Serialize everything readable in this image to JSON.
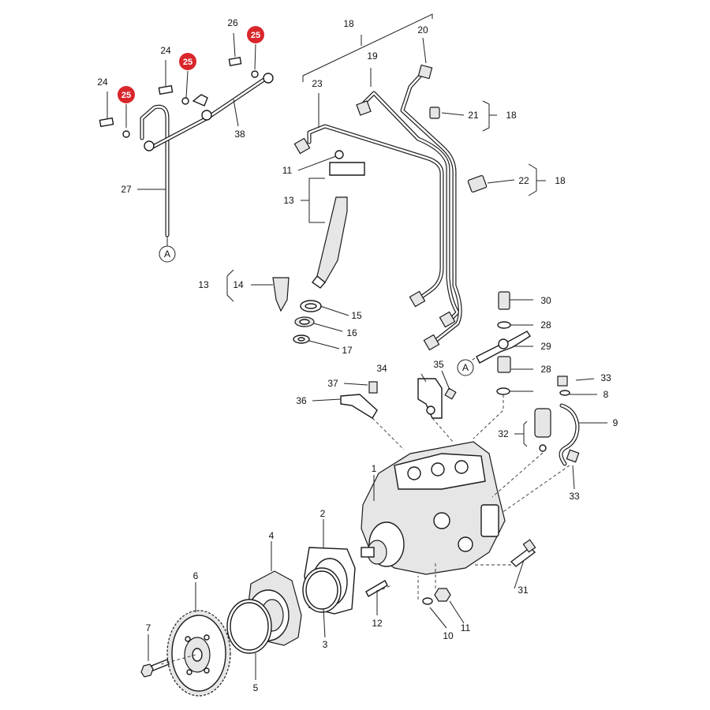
{
  "callouts": {
    "c1": "1",
    "c2": "2",
    "c3": "3",
    "c4": "4",
    "c5": "5",
    "c6": "6",
    "c7": "7",
    "c8": "8",
    "c9": "9",
    "c10": "10",
    "c11a": "11",
    "c11b": "11",
    "c12": "12",
    "c13a": "13",
    "c13b": "13",
    "c14": "14",
    "c15": "15",
    "c16": "16",
    "c17": "17",
    "c18a": "18",
    "c18b": "18",
    "c18c": "18",
    "c19": "19",
    "c20": "20",
    "c21": "21",
    "c22": "22",
    "c23": "23",
    "c24a": "24",
    "c24b": "24",
    "c25a": "25",
    "c25b": "25",
    "c25c": "25",
    "c26": "26",
    "c27": "27",
    "c28a": "28",
    "c28b": "28",
    "c29": "29",
    "c30": "30",
    "c31": "31",
    "c32": "32",
    "c33a": "33",
    "c33b": "33",
    "c34": "34",
    "c35": "35",
    "c36": "36",
    "c37": "37",
    "c38": "38"
  },
  "connectors": {
    "a1": "A",
    "a2": "A"
  },
  "colors": {
    "highlight": "#d9262b",
    "ink": "#1a1a1a"
  }
}
